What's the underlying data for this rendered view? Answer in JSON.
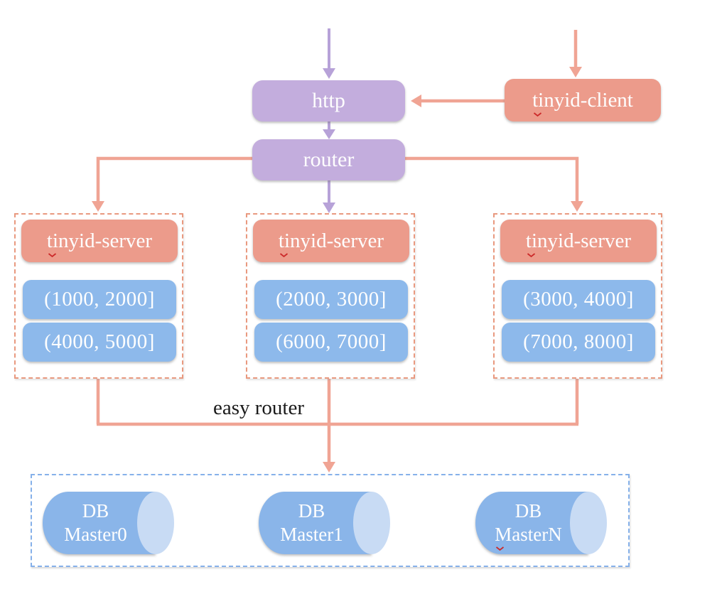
{
  "diagram": {
    "http_label": "http",
    "router_label": "router",
    "client_label": "tinyid-client",
    "easy_router_label": "easy router",
    "servers": [
      {
        "label": "tinyid-server",
        "ranges": [
          "(1000, 2000]",
          "(4000, 5000]"
        ]
      },
      {
        "label": "tinyid-server",
        "ranges": [
          "(2000, 3000]",
          "(6000, 7000]"
        ]
      },
      {
        "label": "tinyid-server",
        "ranges": [
          "(3000, 4000]",
          "(7000, 8000]"
        ]
      }
    ],
    "databases": [
      {
        "line1": "DB",
        "line2": "Master0"
      },
      {
        "line1": "DB",
        "line2": "Master1"
      },
      {
        "line1": "DB",
        "line2": "MasterN"
      }
    ]
  },
  "colors": {
    "purple-box": "#c3addd",
    "purple-arrow": "#b7a2d8",
    "salmon-box": "#ec9b8b",
    "salmon-line": "#f0a494",
    "salmon-dash": "#e9997f",
    "blue-box": "#8db9eb",
    "blue-dash": "#86b1ea",
    "cylinder-body": "#8ab5e9",
    "cylinder-cap": "#c8dbf4",
    "text-light": "#fefefe",
    "easy-router-text": "#1a1a1a",
    "spellcheck-red": "#cc2a2a"
  }
}
